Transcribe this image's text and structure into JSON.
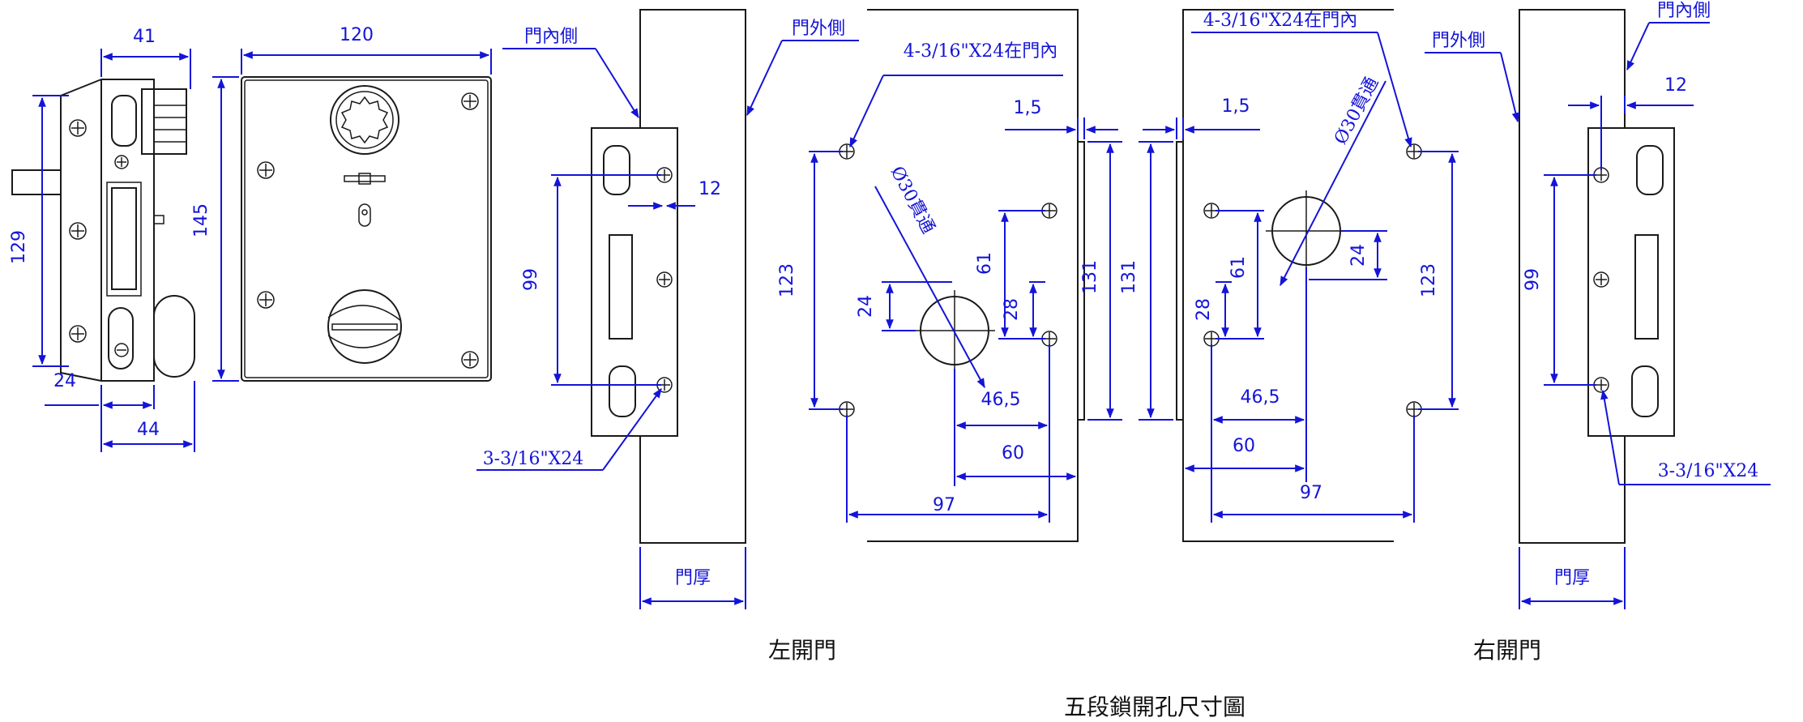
{
  "drawing": {
    "title": "五段鎖開孔尺寸圖",
    "left_door_label": "左開門",
    "right_door_label": "右開門",
    "side_view": {
      "w41": "41",
      "h129": "129",
      "w24": "24",
      "w44": "44"
    },
    "front_view": {
      "w120": "120",
      "h145": "145"
    },
    "left_edge": {
      "inner_side": "門內側",
      "outer_side": "門外側",
      "thickness": "門厚",
      "d99": "99",
      "d12": "12",
      "screw_note": "3-3/16\"X24"
    },
    "left_face": {
      "holes_note": "4-3/16\"X24在門內",
      "bore_note": "Ø30貫通",
      "d123": "123",
      "d24": "24",
      "d61": "61",
      "d28": "28",
      "d131": "131",
      "d1_5": "1,5",
      "d46_5": "46,5",
      "d60": "60",
      "d97": "97"
    },
    "right_face": {
      "holes_note": "4-3/16\"X24在門內",
      "bore_note": "Ø30貫通",
      "d1_5": "1,5",
      "d131": "131",
      "d61": "61",
      "d28": "28",
      "d24": "24",
      "d123": "123",
      "d46_5": "46,5",
      "d60": "60",
      "d97": "97"
    },
    "right_edge": {
      "inner_side": "門內側",
      "outer_side": "門外側",
      "thickness": "門厚",
      "d12": "12",
      "d99": "99",
      "screw_note": "3-3/16\"X24"
    }
  }
}
